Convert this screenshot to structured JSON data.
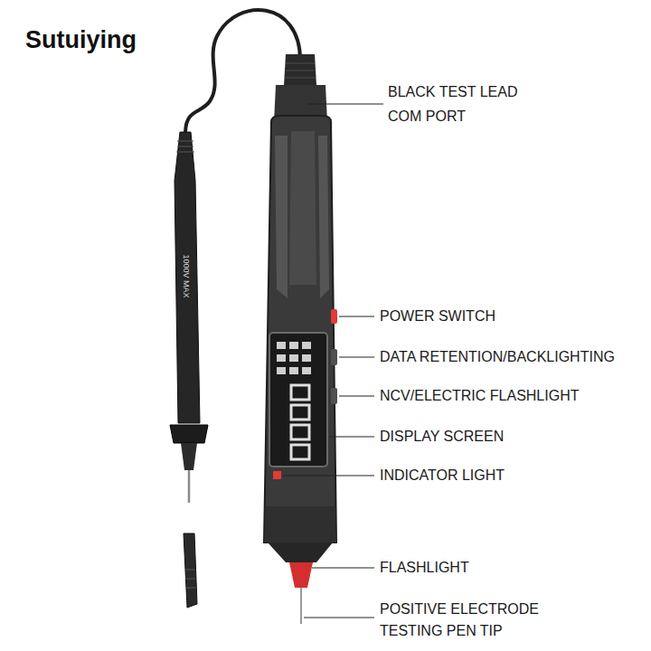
{
  "diagram": {
    "labels": [
      "Sutuiying",
      "BLACK TEST LEAD COM PORT",
      "POWER SWITCH",
      "DATA RETENTION/BACKLIGHTING",
      "NCV/ELECTRIC FLASHLIGHT",
      "DISPLAY SCREEN",
      "INDICATOR LIGHT",
      "FLASHLIGHT",
      "POSITIVE ELECTRODE TESTING PEN TIP",
      "1000V MAX"
    ]
  }
}
